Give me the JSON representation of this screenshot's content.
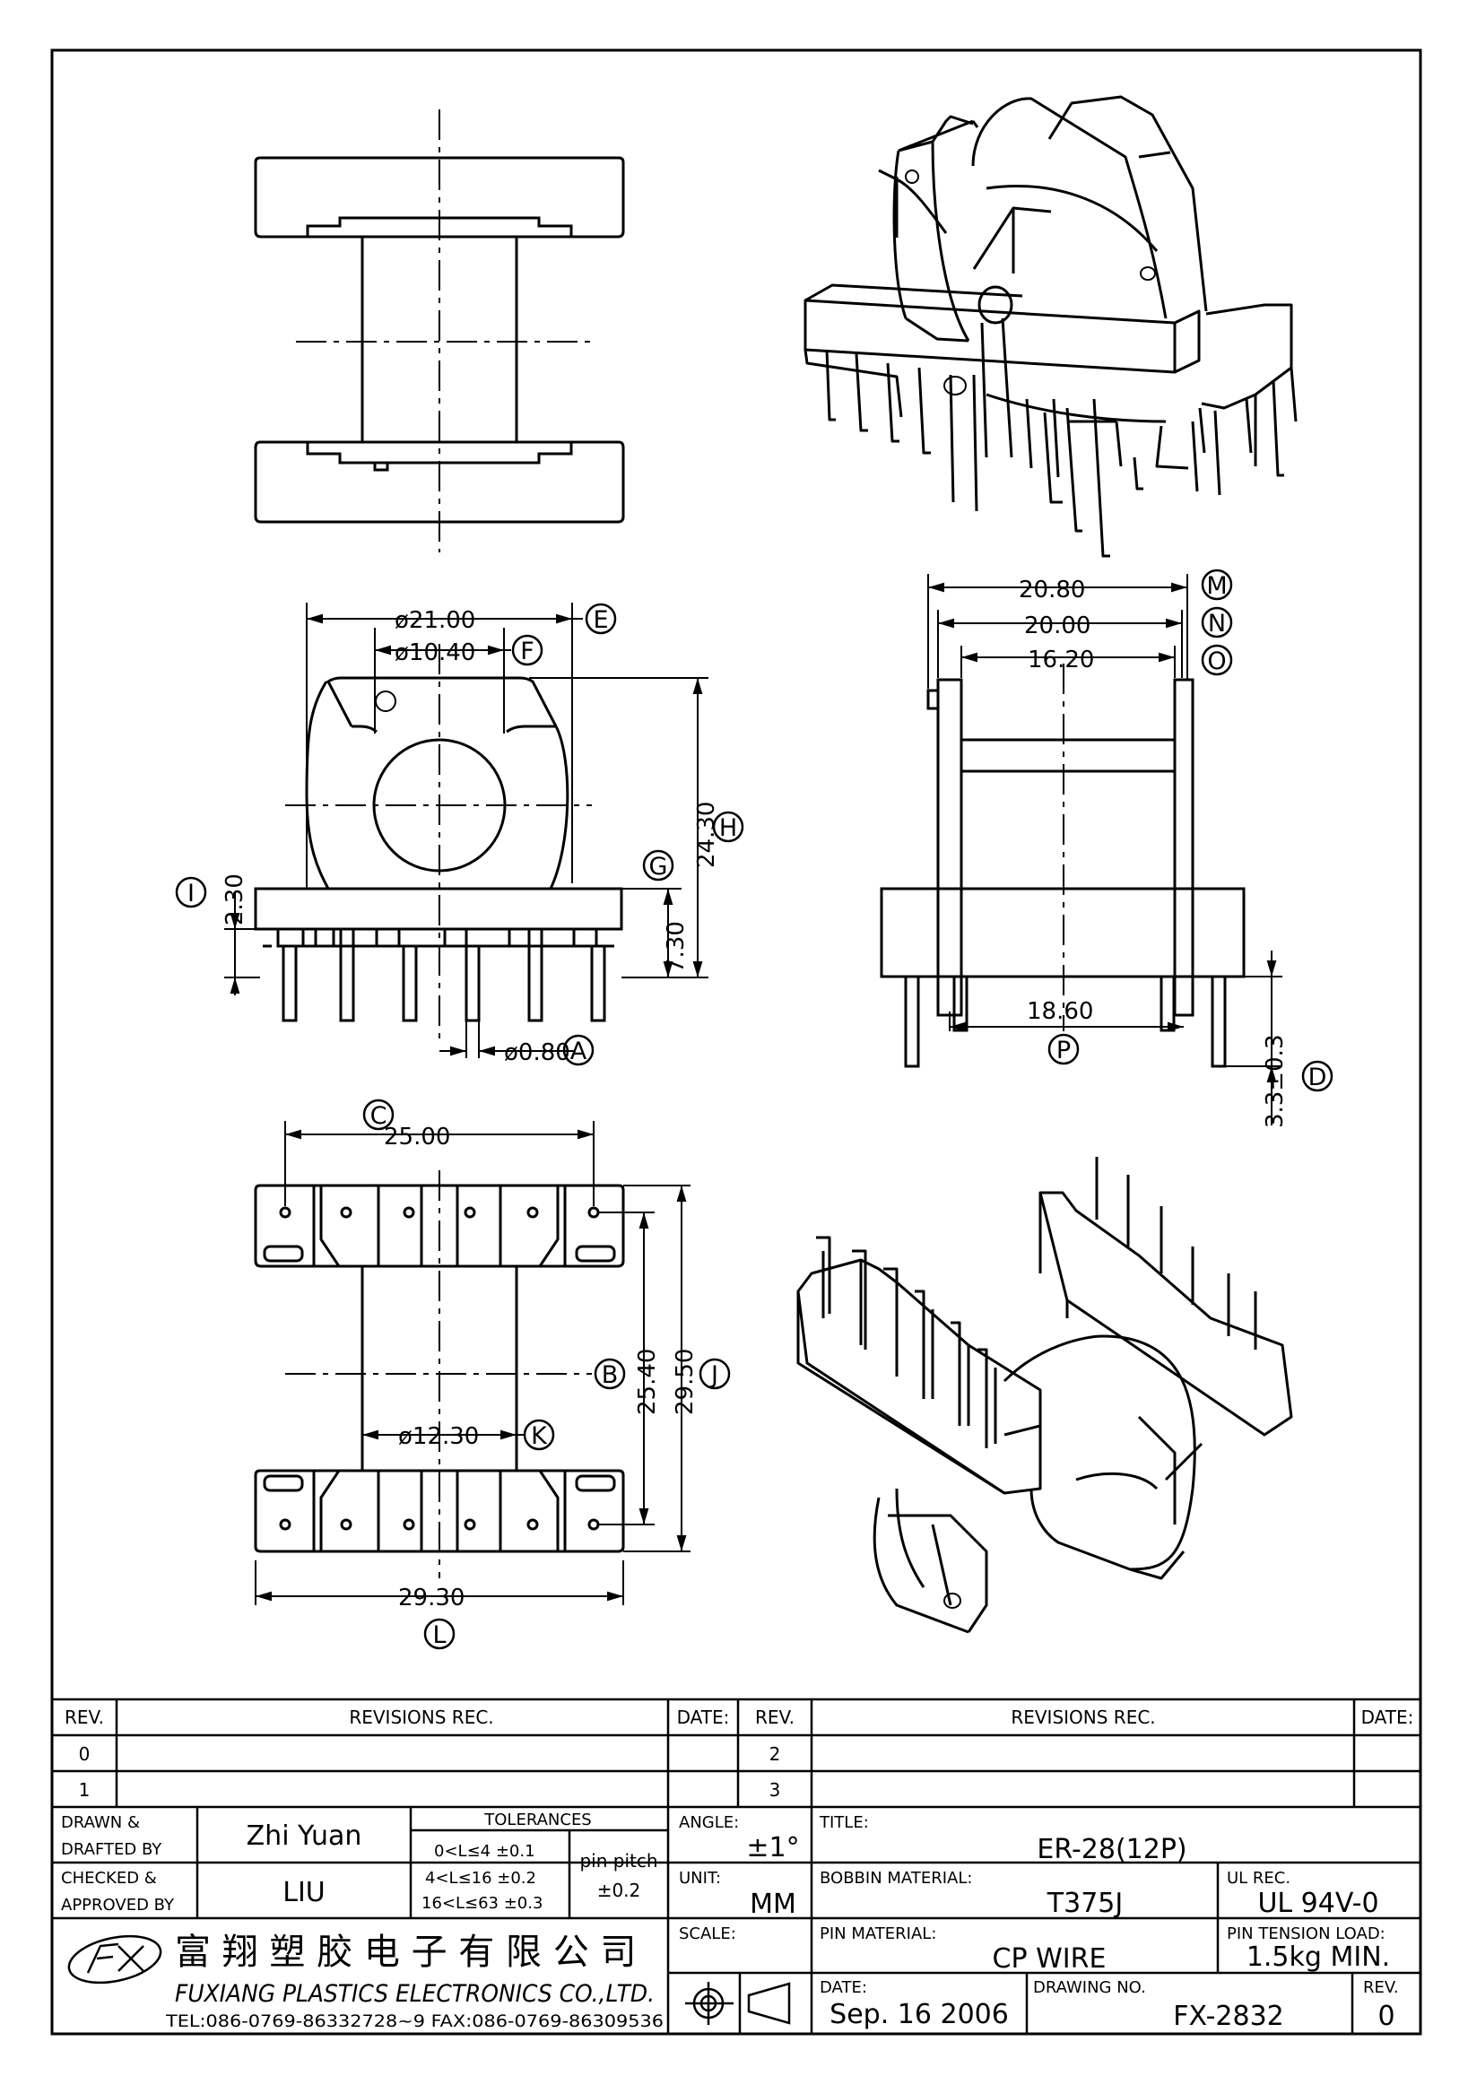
{
  "dimensions": {
    "m_width": "20.80",
    "n_width": "20.00",
    "o_width": "16.20",
    "e_diameter": "ø21.00",
    "f_diameter": "ø10.40",
    "h_height": "24.30",
    "g_height": "7.30",
    "i_height": "2.30",
    "a_pin": "ø0.80",
    "p_width": "18.60",
    "d_pin_length": "3.3±0.3",
    "c_pitch": "25.00",
    "b_span": "25.40",
    "j_span": "29.50",
    "k_diameter": "ø12.30",
    "l_width": "29.30"
  },
  "labels": {
    "A": "A",
    "B": "B",
    "C": "C",
    "D": "D",
    "E": "E",
    "F": "F",
    "G": "G",
    "H": "H",
    "I": "I",
    "J": "J",
    "K": "K",
    "L": "L",
    "M": "M",
    "N": "N",
    "O": "O",
    "P": "P"
  },
  "revisions": {
    "header_rev": "REV.",
    "header_rec": "REVISIONS   REC.",
    "header_date": "DATE:",
    "rows_left": [
      "0",
      "1"
    ],
    "rows_right": [
      "2",
      "3"
    ]
  },
  "title_block": {
    "drawn_label_1": "DRAWN  &",
    "drawn_label_2": "DRAFTED BY",
    "drawn_value": "Zhi Yuan",
    "checked_label_1": "CHECKED &",
    "checked_label_2": "APPROVED BY",
    "checked_value": "LIU",
    "tolerances_label": "TOLERANCES",
    "tol_1": "0<L≤4    ±0.1",
    "tol_2": "4<L≤16  ±0.2",
    "tol_3": "16<L≤63  ±0.3",
    "pin_pitch_label": "pin pitch",
    "pin_pitch_value": "±0.2",
    "angle_label": "ANGLE:",
    "angle_value": "±1°",
    "unit_label": "UNIT:",
    "unit_value": "MM",
    "scale_label": "SCALE:",
    "title_label": "TITLE:",
    "title_value": "ER-28(12P)",
    "bobbin_material_label": "BOBBIN MATERIAL:",
    "bobbin_material_value": "T375J",
    "ul_label": "UL REC.",
    "ul_value": "UL 94V-0",
    "pin_material_label": "PIN MATERIAL:",
    "pin_material_value": "CP WIRE",
    "pin_tension_label": "PIN TENSION LOAD:",
    "pin_tension_value": "1.5kg MIN.",
    "date_label": "DATE:",
    "date_value": "Sep. 16 2006",
    "drawing_no_label": "DRAWING NO.",
    "drawing_no_value": "FX-2832",
    "rev_label": "REV.",
    "rev_value": "0",
    "company_cn": "富 翔 塑 胶 电 子 有 限 公 司",
    "company_en": "FUXIANG PLASTICS ELECTRONICS CO.,LTD.",
    "company_contact": "TEL:086-0769-86332728~9  FAX:086-0769-86309536"
  }
}
